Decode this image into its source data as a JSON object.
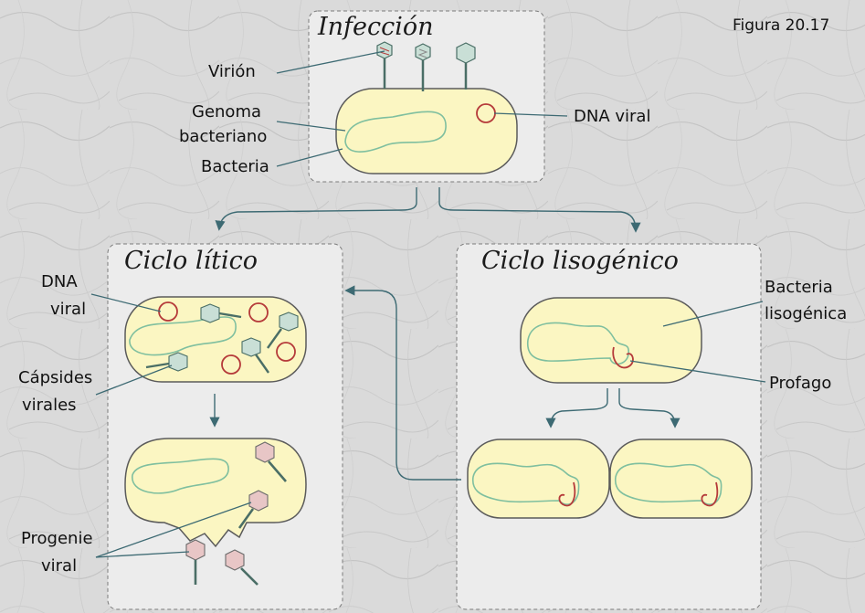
{
  "figure_label": "Figura 20.17",
  "panels": {
    "infeccion": {
      "title": "Infección"
    },
    "litico": {
      "title": "Ciclo lítico"
    },
    "lisogenico": {
      "title": "Ciclo lisogénico"
    }
  },
  "labels": {
    "virion": "Virión",
    "genoma_line1": "Genoma",
    "genoma_line2": "bacteriano",
    "bacteria": "Bacteria",
    "dna_viral_top": "DNA viral",
    "dna_viral_line1": "DNA",
    "dna_viral_line2": "viral",
    "capsides_line1": "Cápsides",
    "capsides_line2": "virales",
    "progenie_line1": "Progenie",
    "progenie_line2": "viral",
    "bacteria_lisogenica_line1": "Bacteria",
    "bacteria_lisogenica_line2": "lisogénica",
    "profago": "Profago"
  },
  "colors": {
    "background": "#d9d9d9",
    "panel_fill": "#ececec",
    "panel_border": "#7b7b7b",
    "cell_fill": "#fbf6c2",
    "cell_border": "#5b5b5b",
    "genome": "#7fbf9f",
    "viral_dna": "#b53a3a",
    "phage": "#c9dfd6",
    "phage_stroke": "#4a6e66",
    "arrow": "#3d6a73",
    "leader": "#3d6a73"
  }
}
